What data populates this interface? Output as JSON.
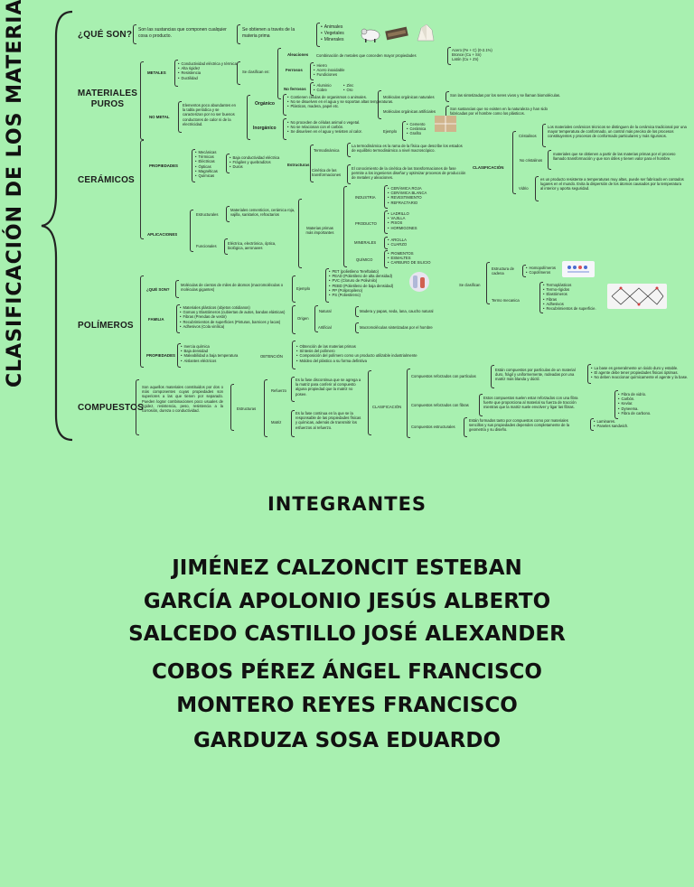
{
  "title": "CLASIFICACIÓN DE LOS MATERIALES",
  "que_son": {
    "label": "¿QUÉ SON?",
    "def": "Son las sustancias que componen cualquier cosa o producto.",
    "origin": "Se obtienen a través de la materia prima",
    "types": [
      "Animales",
      "Vegetales",
      "Minerales"
    ]
  },
  "materiales_puros": {
    "label": "MATERIALES PUROS",
    "metales": {
      "label": "METALES",
      "props": [
        "Conductividad eléctrica y térmica",
        "Alta rigidez",
        "Resistencia",
        "Ductilidad"
      ],
      "clasif": "Se clasifican en:",
      "ferrosos": "Ferrosos",
      "ferrosos_items": [
        "Hierro",
        "Acero inoxidable",
        "Fundiciones"
      ],
      "aleaciones": "Aleaciones",
      "aleaciones_desc": "Combinación de metales que conceden mayor propiedades",
      "no_ferrosos": "No ferrosos",
      "no_ferrosos_items": [
        "Aluminio",
        "Cobre",
        "Zinc",
        "Oro"
      ],
      "alloys": [
        "Acero (Fe + C) (0-2.1%)",
        "Bronce (Cu + Sn)",
        "Latón (Cu + Zn)"
      ]
    },
    "no_metal": {
      "label": "NO METAL",
      "desc": "Elementos poco abundantes en la tabla periódica y se caracterizan por no ser buenos conductores de calor ni de la electricidad.",
      "organico": "Orgánico",
      "organico_items": [
        "Contienen células de organismos o animales.",
        "No se disuelven en el agua y se soportan altas temperaturas.",
        "Plásticos, madera, papel etc."
      ],
      "inorganico": "Inorgánico",
      "inorganico_items": [
        "No proceden de células animal o vegetal.",
        "No se relacionan con el carbón.",
        "Se disuelven en el agua y resisten al calor."
      ],
      "moleculas_naturales": "Moléculas orgánicas naturales",
      "moleculas_naturales_desc": "Son las sintetizadas por los seres vivos y se llaman biomoléculas.",
      "moleculas_artificiales": "Moléculas orgánicas artificiales",
      "moleculas_artificiales_desc": "Son sustancias que no existen en la naturaleza y han sido fabricadas por el hombre como los plásticos.",
      "ejemplo": "Ejemplo",
      "ejemplo_items": [
        "Cemento",
        "Cerámica",
        "Grafito"
      ]
    }
  },
  "ceramicos": {
    "label": "CERÁMICOS",
    "propiedades": "PROPIEDADES",
    "props": [
      "Mecánicas",
      "Térmicas",
      "Eléctricas",
      "Ópticas",
      "Magnéticas",
      "Químicas"
    ],
    "props2": [
      "Baja conductividad eléctrica",
      "Frágiles y quebradizos",
      "Duros"
    ],
    "estructuras": "Estructuras",
    "termodinamica": "Termodinámica",
    "termo_desc": "La termodinámica es la rama de la física que describe los estados de equilibrio termodinámico a nivel macroscópico.",
    "cinetica": "Cinética de las transformaciones",
    "cinetica_desc": "El conocimiento de la cinética de las transformaciones de fase permite a los ingenieros diseñar y optimizar procesos de producción de metales y aleaciones.",
    "clasificacion": "CLASIFICACIÓN",
    "cristalinos": "Cristalinos",
    "cristalinos_desc": "Los materiales cerámicos técnicos se distinguen de la cerámica tradicional por una mayor temperatura de conformado, un control más preciso de los procesos constituyentes y procesos de conformado particulares y más rigurosos.",
    "no_cristalinos": "No cristalinos",
    "no_cristalinos_desc": "materiales que se obtienen a partir de las materias primas por el proceso llamado transformación y que son útiles y tienen valor para el hombre.",
    "vidrio": "Vidrio",
    "vidrio_desc": "es un producto resistente a temperaturas muy altas, puede ser fabricado en contados lugares en el mundo. Evita la dispersión de los átomos causados por la temperatura al interior y aporta seguridad.",
    "aplicaciones": "APLICACIONES",
    "estructurales": "Estructurales",
    "estructurales_desc": "Materiales cementicios, cerámica roja, vajilla, sanitarios, refractarios",
    "funcionales": "Funcionales",
    "funcionales_desc": "Eléctrica, electrónica, óptica, biológica, aeronaves",
    "materias_primas": "Materias primas más importantes",
    "industria": "INDUSTRIA",
    "industria_items": [
      "CERÁMICA ROJA",
      "CERÁMICA BLANCA",
      "REVESTIMIENTO",
      "REFRACTARIO"
    ],
    "producto": "PRODUCTO",
    "producto_items": [
      "LADRILLO",
      "VAJILLA",
      "PISOS",
      "HORMIGONES"
    ],
    "minerales": "MINERALES",
    "minerales_items": [
      "ARCILLA",
      "CUARZO"
    ],
    "quimico": "QUÍMICO",
    "quimico_items": [
      "PIGMENTOS",
      "ESMALTES",
      "CARBURO DE SILICIO"
    ]
  },
  "polimeros": {
    "label": "POLÍMEROS",
    "que_son": "¿QUÉ SON?",
    "def": "Moléculas de cientos de miles de átomos (macromoléculas o moléculas gigantes)",
    "ejemplo": "Ejemplo",
    "ejemplos": [
      "PET (polietileno Tereftalato)",
      "PEAD (Polietileno de alta densidad)",
      "PVC (Cloruro de Polivinilo)",
      "PEBD (Polietileno de baja densidad)",
      "PP (Polipropileno)",
      "PS (Poliestireno)"
    ],
    "se_clasifican": "Se clasifican",
    "estructura_cadena": "Estructura de cadena",
    "estructura_items": [
      "Homopolímeros",
      "Copolímeros"
    ],
    "termo_mecanica": "Termo mecanica",
    "termo_items": [
      "Termoplásticos",
      "Termo-rígidos",
      "Elastómeros",
      "Fibras",
      "Adhesivos",
      "Recubrimientos de superficie."
    ],
    "familia": "FAMILIA",
    "familia_items": [
      "Materiales plásticos (objetos cotidianos)",
      "Gomas y Elastómeros (cubiertas de autos, bandas elásticas)",
      "Fibras (Prendas de vestir)",
      "Recubrimientos de superficies (Pinturas, barnices y lacas)",
      "Adhesivos (Cola vinílica)"
    ],
    "origen": "Origen",
    "natural": "Natural",
    "natural_desc": "Madera y papas, seda, lana, caucho natural",
    "artificial": "Artificial",
    "artificial_desc": "Macromoléculas sintetizadas por el hombre",
    "propiedades": "PROPIEDADES",
    "props": [
      "Inercia química",
      "Baja densidad",
      "Maleabilidad a baja temperatura",
      "Aislantes eléctricos"
    ],
    "obtencion": "OBTENCIÓN",
    "obtencion_items": [
      "Obtención de las materias primas",
      "Síntesis del polímero",
      "Composición del polímero como un producto utilizable industrialmente",
      "Moldeo del plástico a su forma definitiva"
    ]
  },
  "compuestos": {
    "label": "COMPUESTOS",
    "def": "Son aquellos materiales constituidos por dos o más componentes cuyas propiedades son superiores a las que tienen por separado. Pueden lograr combinaciones poco usuales de rigidez, resistencia, peso, resistencia a la corrosión, dureza o conductividad.",
    "estructuras": "Estructuras",
    "refuerzo": "Refuerzo",
    "refuerzo_desc": "Es la fase discontinua que se agrega a la matriz para conferir al compuesto alguna propiedad que la matriz no posee.",
    "matriz": "Matriz",
    "matriz_desc": "Es la fase continua en la que se la responsable de las propiedades físicas y químicas, además de transmitir los esfuerzos al refuerzo.",
    "clasificacion": "CLASIFICACIÓN",
    "particulas": "Compuestos reforzados con partículas",
    "particulas_desc": "Están compuestos por partículas de un material duro, frágil y uniformemente, rodeadas por una matriz más blanda y dúctil.",
    "particulas_res": [
      "La base es generalmente un óxido duro y estable.",
      "El agente debe tener propiedades físicas óptimas.",
      "No deben reaccionar químicamente el agente y la base."
    ],
    "fibras": "Compuestos reforzados con fibras",
    "fibras_desc": "Estos compuestos suelen estar reforzados con una fibra fuerte que proporciona al material su fuerza de tracción mientras que la matriz suele envolver y ligar las fibras.",
    "fibras_res": [
      "Fibra de vidrio.",
      "Carbón.",
      "Kevlar.",
      "Dyneema.",
      "Fibra de carbono."
    ],
    "estructurales": "Compuestos estructurales",
    "estructurales_desc": "Están formados tanto por compuestos como por materiales sencillos y sus propiedades dependen completamente de la geometría y su diseño.",
    "estructurales_res": [
      "Laminares.",
      "Paneles sandwich."
    ]
  },
  "integrantes": {
    "title": "INTEGRANTES",
    "names": [
      "JIMÉNEZ CALZONCIT ESTEBAN",
      "GARCÍA APOLONIO JESÚS ALBERTO",
      "SALCEDO CASTILLO JOSÉ ALEXANDER",
      "COBOS PÉREZ ÁNGEL FRANCISCO",
      "MONTERO REYES FRANCISCO",
      "GARDUZA SOSA EDUARDO"
    ]
  },
  "colors": {
    "background": "#a8f0b0",
    "text": "#1c1c1c"
  }
}
